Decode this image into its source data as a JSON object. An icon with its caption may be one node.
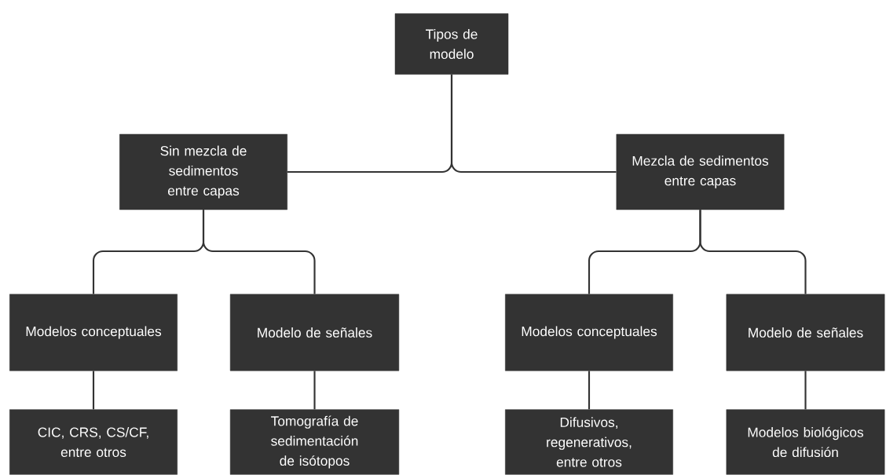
{
  "diagram": {
    "nodes": [
      {
        "text": [
          "Tipos de modelo"
        ]
      },
      {
        "text": [
          "Sin mezcla de sedimentos entre capas"
        ]
      },
      {
        "text": [
          "Mezcla de sedimentos entre capas"
        ]
      },
      {
        "text": [
          "Modelos conceptuales"
        ]
      },
      {
        "text": [
          "Modelo de señales"
        ]
      },
      {
        "text": [
          "Modelos conceptuales"
        ]
      },
      {
        "text": [
          "Modelo de señales"
        ]
      },
      {
        "text": [
          "CIC, CRS, CS/CF, entre otros"
        ]
      },
      {
        "text": [
          "Tomografía de sedimentación de isótopos"
        ]
      },
      {
        "text": [
          "Difusivos, regenerativos, entre otros"
        ]
      },
      {
        "text": [
          "Modelos biológicos de difusión"
        ]
      }
    ],
    "edges": [
      {
        "from": 0,
        "to": 1,
        "arrow": "none"
      },
      {
        "from": 0,
        "to": 2,
        "arrow": "none"
      },
      {
        "from": 1,
        "to": 3,
        "arrow": "none"
      },
      {
        "from": 1,
        "to": 4,
        "arrow": "none"
      },
      {
        "from": 2,
        "to": 5,
        "arrow": "none"
      },
      {
        "from": 2,
        "to": 6,
        "arrow": "none"
      },
      {
        "from": 3,
        "to": 7,
        "arrow": "none"
      },
      {
        "from": 4,
        "to": 8,
        "arrow": "none"
      },
      {
        "from": 5,
        "to": 9,
        "arrow": "none"
      },
      {
        "from": 6,
        "to": 10,
        "arrow": "none"
      }
    ]
  }
}
